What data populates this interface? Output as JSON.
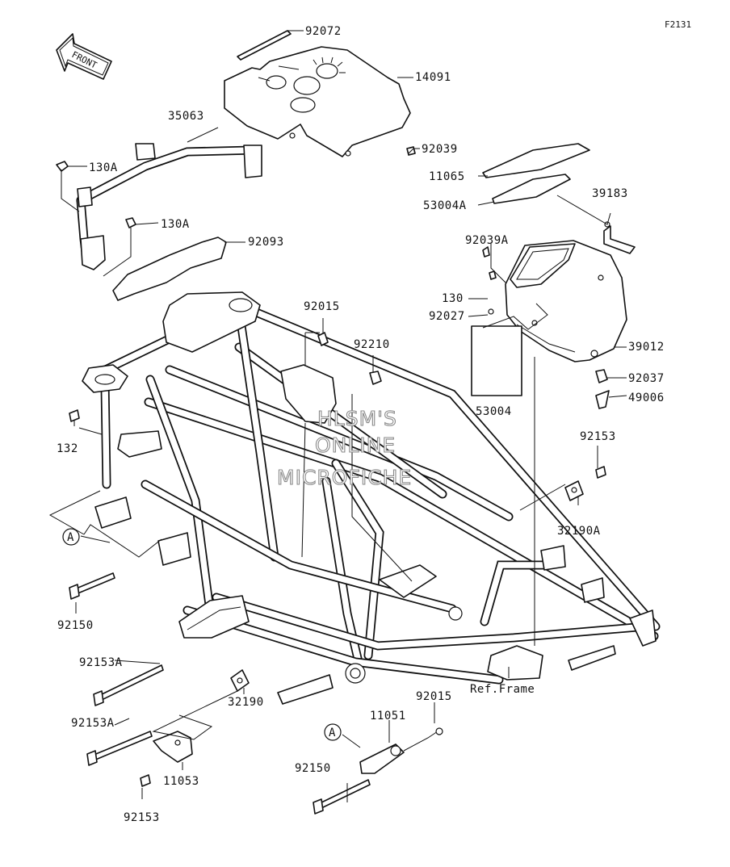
{
  "figure_code": "F2131",
  "front_arrow_label": "FRONT",
  "watermark": [
    "HLSM'S",
    "ONLINE",
    "MICROFICHE"
  ],
  "callouts": [
    {
      "id": "92072",
      "text": "92072"
    },
    {
      "id": "14091",
      "text": "14091"
    },
    {
      "id": "35063",
      "text": "35063"
    },
    {
      "id": "92039",
      "text": "92039"
    },
    {
      "id": "130A_1",
      "text": "130A"
    },
    {
      "id": "11065",
      "text": "11065"
    },
    {
      "id": "39183",
      "text": "39183"
    },
    {
      "id": "53004A",
      "text": "53004A"
    },
    {
      "id": "130A_2",
      "text": "130A"
    },
    {
      "id": "92093",
      "text": "92093"
    },
    {
      "id": "92039A",
      "text": "92039A"
    },
    {
      "id": "130",
      "text": "130"
    },
    {
      "id": "92015_1",
      "text": "92015"
    },
    {
      "id": "92027",
      "text": "92027"
    },
    {
      "id": "92210",
      "text": "92210"
    },
    {
      "id": "39012",
      "text": "39012"
    },
    {
      "id": "92037",
      "text": "92037"
    },
    {
      "id": "49006",
      "text": "49006"
    },
    {
      "id": "53004",
      "text": "53004"
    },
    {
      "id": "132",
      "text": "132"
    },
    {
      "id": "92153_1",
      "text": "92153"
    },
    {
      "id": "32190A",
      "text": "32190A"
    },
    {
      "id": "A_1",
      "text": "A"
    },
    {
      "id": "92150_1",
      "text": "92150"
    },
    {
      "id": "ref_frame",
      "text": "Ref.Frame"
    },
    {
      "id": "92153A_1",
      "text": "92153A"
    },
    {
      "id": "92015_2",
      "text": "92015"
    },
    {
      "id": "11051",
      "text": "11051"
    },
    {
      "id": "32190",
      "text": "32190"
    },
    {
      "id": "92153A_2",
      "text": "92153A"
    },
    {
      "id": "A_2",
      "text": "A"
    },
    {
      "id": "92150_2",
      "text": "92150"
    },
    {
      "id": "11053",
      "text": "11053"
    },
    {
      "id": "92153_2",
      "text": "92153"
    }
  ]
}
